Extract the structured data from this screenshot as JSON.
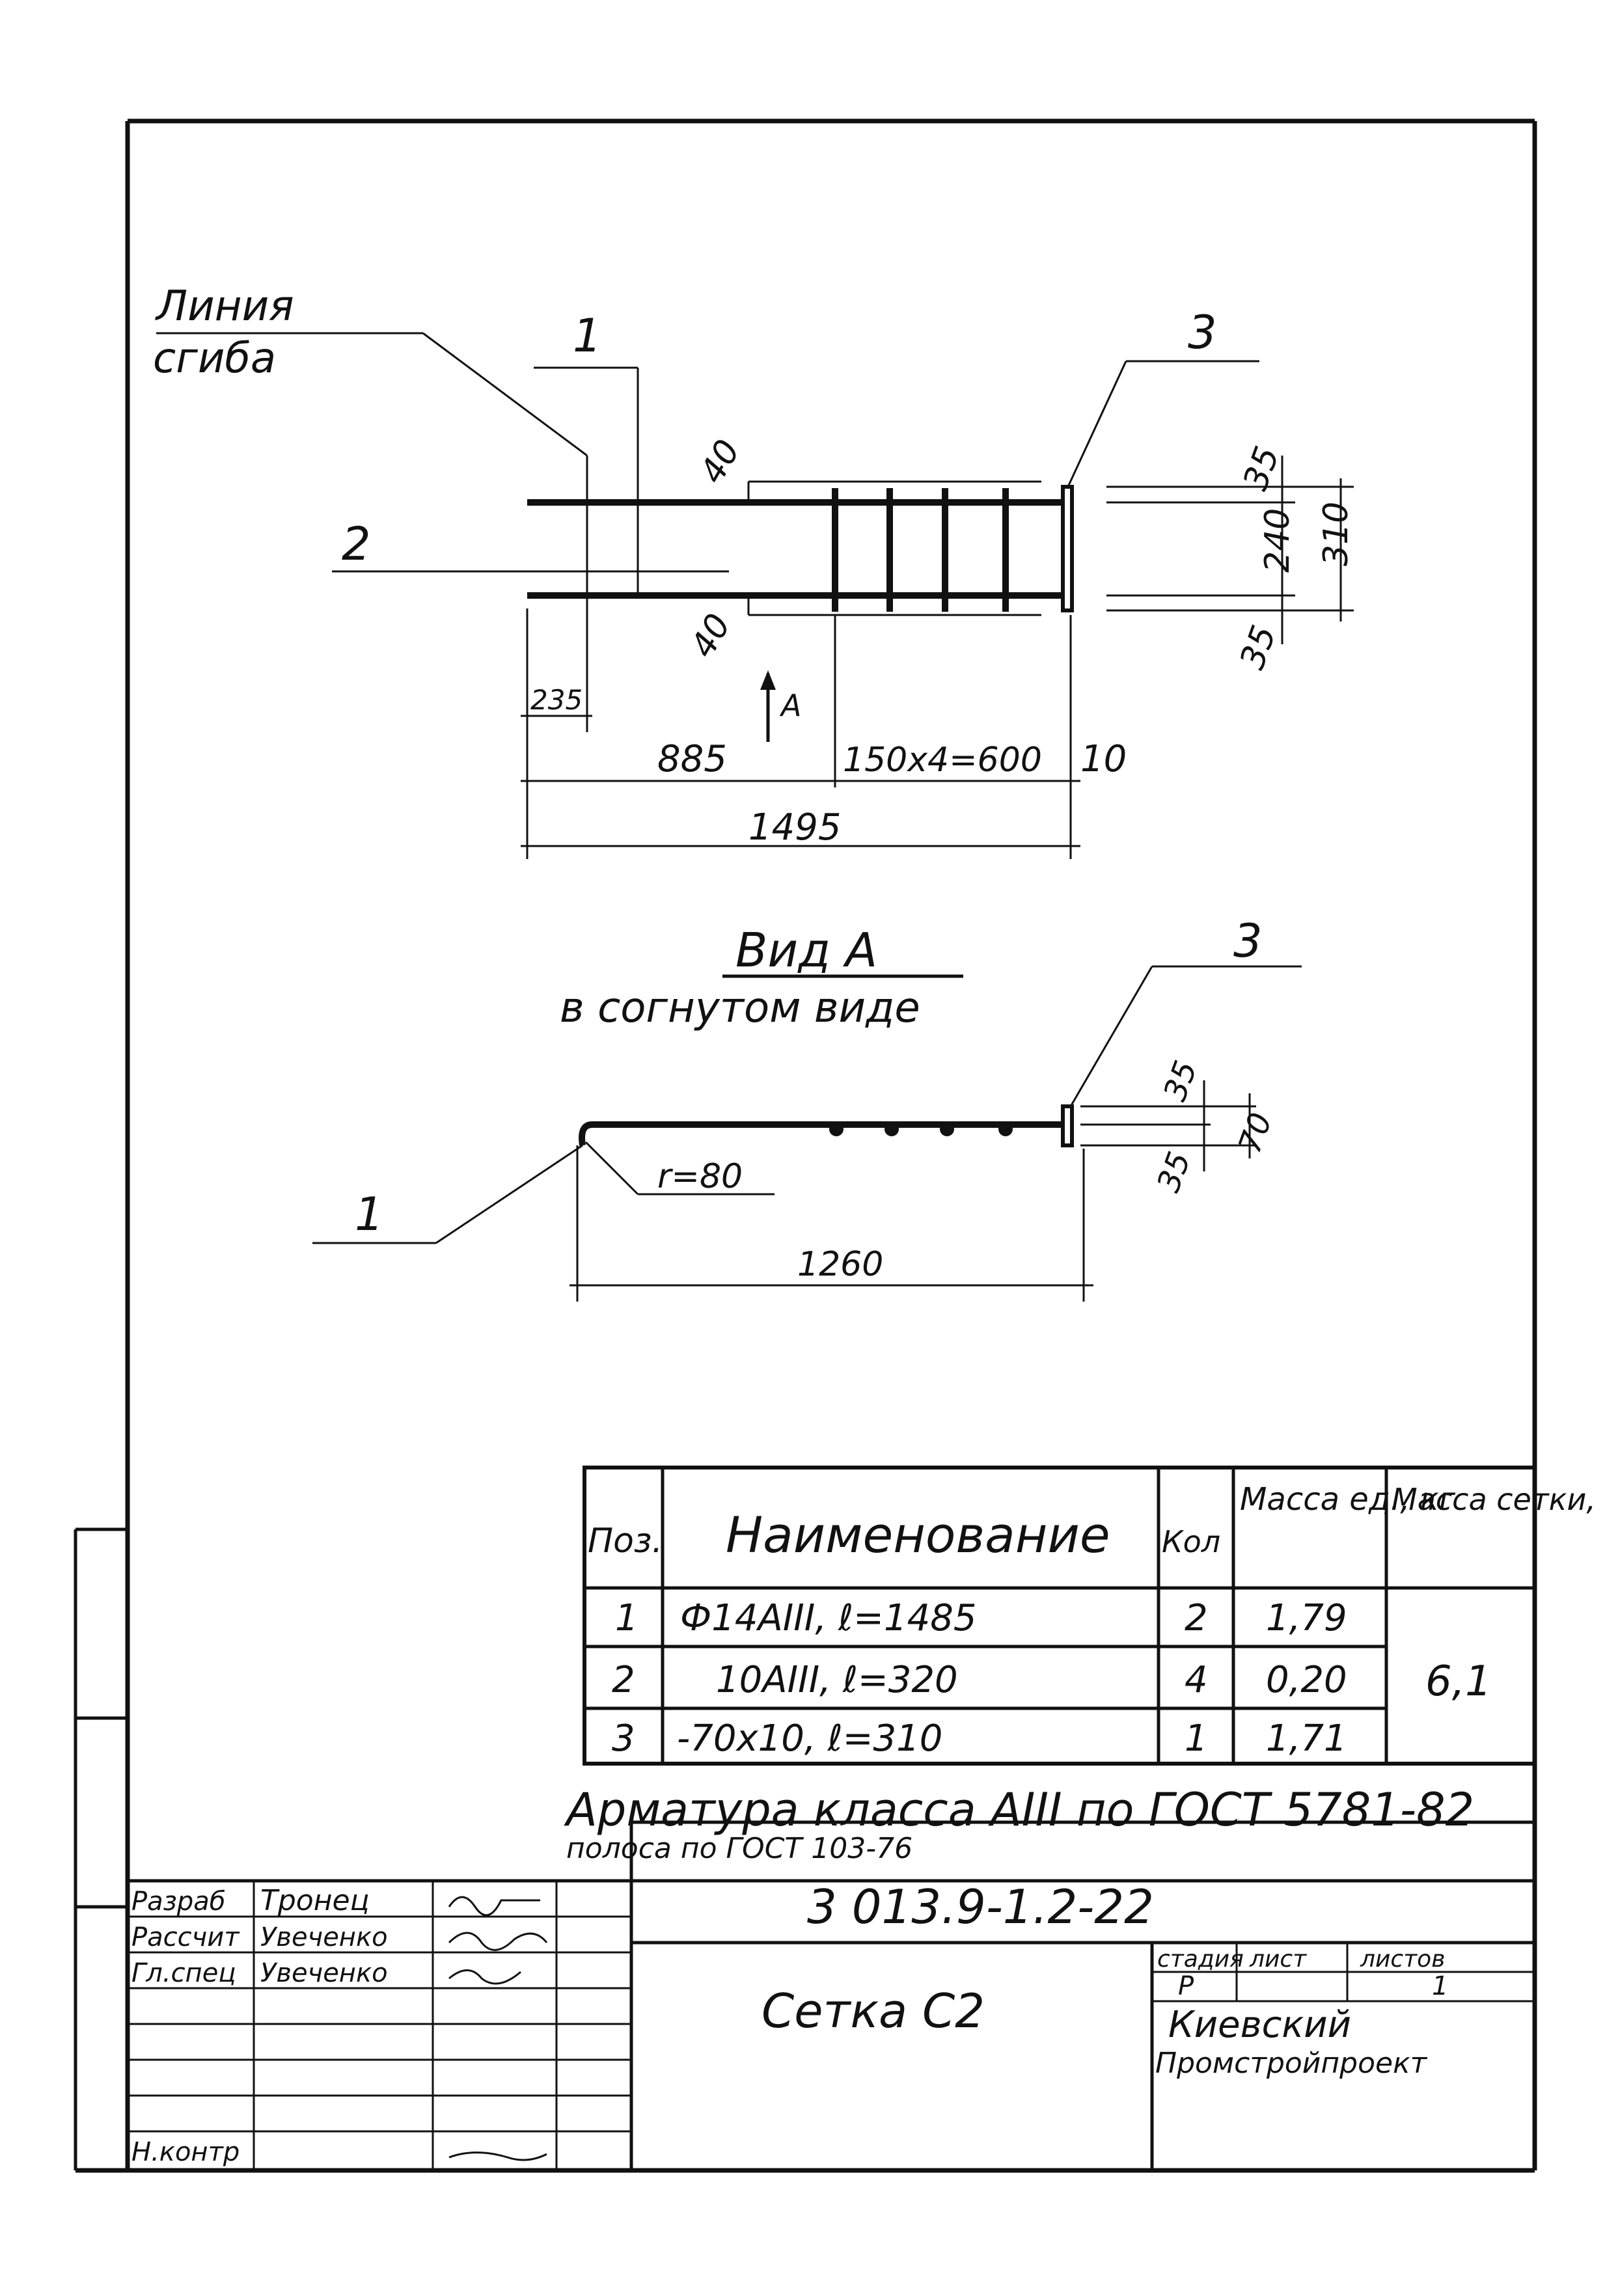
{
  "drawing": {
    "bend_line_label_1": "Линия",
    "bend_line_label_2": "сгиба",
    "pos_labels": {
      "p1": "1",
      "p2": "2",
      "p3": "3",
      "p3b": "3",
      "p1b": "1"
    },
    "dims": {
      "d40_top": "40",
      "d40_bottom": "40",
      "d35_top": "35",
      "d240": "240",
      "d310": "310",
      "d35_bottom": "35",
      "d235": "235",
      "arrow_a": "A",
      "d885": "885",
      "d600": "150x4=600",
      "d10": "10",
      "d1495": "1495",
      "view_title": "Вид А",
      "view_subtitle": "в согнутом виде",
      "d35_v1": "35",
      "d35_v2": "35",
      "d70": "70",
      "radius": "r=80",
      "d1260": "1260"
    }
  },
  "spec_table": {
    "headers": {
      "pos": "Поз.",
      "name": "Наименование",
      "qty": "Кол",
      "unit_mass": "Масса ед., кг",
      "mesh_mass": "Масса сетки, кг"
    },
    "rows": [
      {
        "pos": "1",
        "name": "Ф14АIII, ℓ=1485",
        "qty": "2",
        "unit_mass": "1,79"
      },
      {
        "pos": "2",
        "name": "10АIII, ℓ=320",
        "qty": "4",
        "unit_mass": "0,20"
      },
      {
        "pos": "3",
        "name": "-70x10, ℓ=310",
        "qty": "1",
        "unit_mass": "1,71"
      }
    ],
    "mesh_mass_value": "6,1"
  },
  "notes": {
    "line1": "Арматура класса АIII по ГОСТ 5781-82",
    "line2": "полоса по ГОСТ 103-76"
  },
  "title_block": {
    "doc_number": "3 013.9-1.2-22",
    "drawing_name": "Сетка С2",
    "stage_header": "стадия",
    "sheet_header": "лист",
    "sheets_header": "листов",
    "stage_value": "Р",
    "sheets_value": "1",
    "org_line1": "Киевский",
    "org_line2": "Промстройпроект",
    "roles": [
      {
        "role": "Разраб",
        "name": "Тронец"
      },
      {
        "role": "Рассчит",
        "name": "Увеченко"
      },
      {
        "role": "Гл.спец",
        "name": "Увеченко"
      },
      {
        "role": "",
        "name": ""
      },
      {
        "role": "",
        "name": ""
      },
      {
        "role": "Н.контр",
        "name": ""
      }
    ]
  }
}
